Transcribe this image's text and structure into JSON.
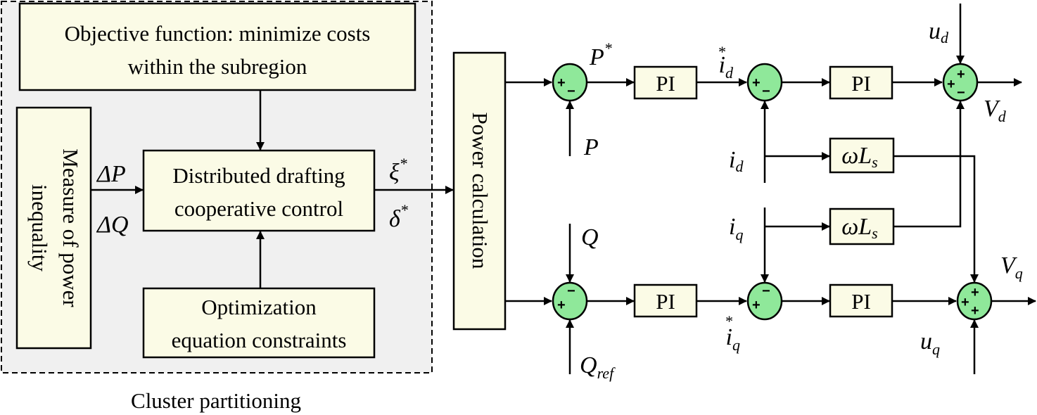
{
  "blocks": {
    "objective": [
      "Objective function: minimize costs",
      "within the subregion"
    ],
    "measure": [
      "Measure of power",
      "inequality"
    ],
    "distributed": [
      "Distributed drafting",
      "cooperative control"
    ],
    "optimization": [
      "Optimization",
      "equation constraints"
    ],
    "power_calc": "Power calculation",
    "pi": "PI",
    "omega_ls": {
      "main": "ωL",
      "sub": "s"
    }
  },
  "group_label": "Cluster partitioning",
  "signals": {
    "dP": "ΔP",
    "dQ": "ΔQ",
    "xi": "ξ",
    "delta": "δ",
    "star": "*",
    "P_star": "P",
    "P": "P",
    "Q": "Q",
    "Q_ref": {
      "main": "Q",
      "sub": "ref"
    },
    "id_star": {
      "main": "i",
      "sub": "d"
    },
    "iq_star": {
      "main": "i",
      "sub": "q"
    },
    "id": {
      "main": "i",
      "sub": "d"
    },
    "iq": {
      "main": "i",
      "sub": "q"
    },
    "ud": {
      "main": "u",
      "sub": "d"
    },
    "uq": {
      "main": "u",
      "sub": "q"
    },
    "Vd": {
      "main": "V",
      "sub": "d"
    },
    "Vq": {
      "main": "V",
      "sub": "q"
    }
  },
  "signs": {
    "plus": "+",
    "minus": "−"
  },
  "colors": {
    "summing_junction": "#8fe89a",
    "block_fill": "#fbfbe6",
    "group_fill": "#f0f0f0"
  }
}
